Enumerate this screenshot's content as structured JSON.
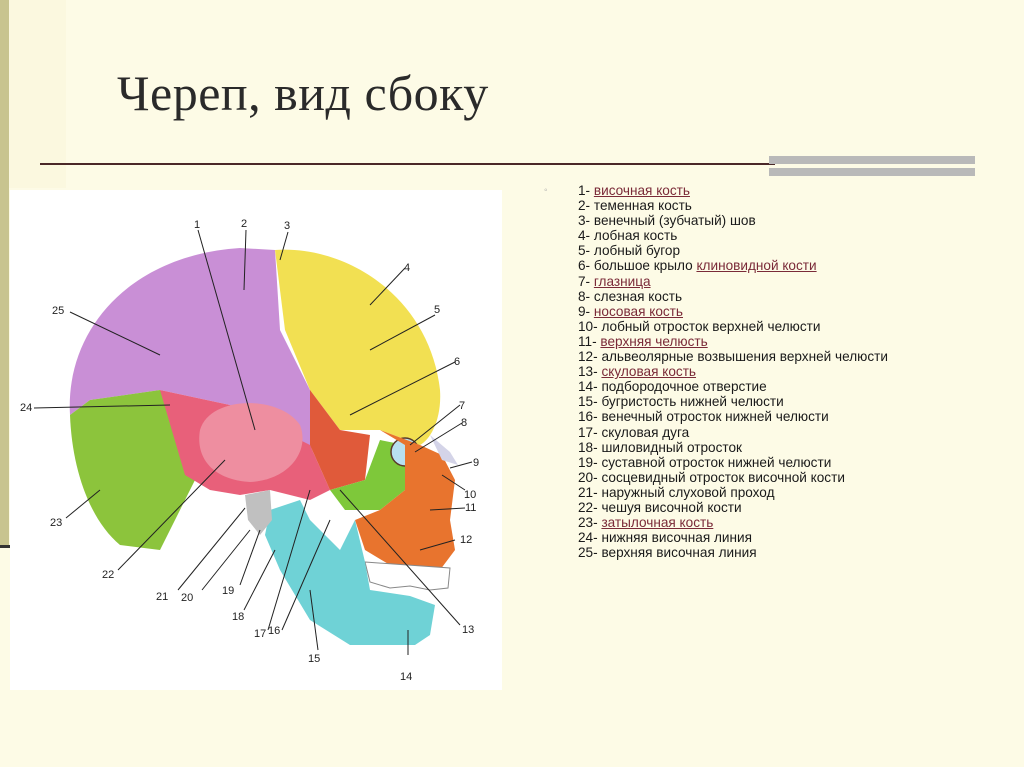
{
  "slide": {
    "title": "Череп, вид сбоку"
  },
  "figure": {
    "labels": [
      "1",
      "2",
      "3",
      "4",
      "5",
      "6",
      "7",
      "8",
      "9",
      "10",
      "11",
      "12",
      "13",
      "14",
      "15",
      "16",
      "17",
      "18",
      "19",
      "20",
      "21",
      "22",
      "23",
      "24",
      "25"
    ]
  },
  "legend": {
    "bullet": "◦",
    "items": [
      {
        "num": "1-",
        "text": "",
        "link": "височная кость",
        "after": ""
      },
      {
        "num": "2-",
        "text": "теменная кость",
        "link": "",
        "after": ""
      },
      {
        "num": "3-",
        "text": "венечный (зубчатый) шов",
        "link": "",
        "after": ""
      },
      {
        "num": "4-",
        "text": "лобная кость",
        "link": "",
        "after": ""
      },
      {
        "num": "5-",
        "text": "лобный бугор",
        "link": "",
        "after": ""
      },
      {
        "num": "6-",
        "text": "большое крыло",
        "link": "клиновидной кости",
        "after": ""
      },
      {
        "num": "7-",
        "text": "",
        "link": "глазница",
        "after": ""
      },
      {
        "num": "8-",
        "text": "слезная кость",
        "link": "",
        "after": ""
      },
      {
        "num": "9-",
        "text": "",
        "link": "носовая кость",
        "after": ""
      },
      {
        "num": "10-",
        "text": "лобный отросток верхней челюсти",
        "link": "",
        "after": ""
      },
      {
        "num": "11-",
        "text": "",
        "link": "верхняя челюсть",
        "after": ""
      },
      {
        "num": "12-",
        "text": "альвеолярные возвышения верхней челюсти",
        "link": "",
        "after": ""
      },
      {
        "num": "13-",
        "text": "",
        "link": "скуловая кость",
        "after": ""
      },
      {
        "num": "14-",
        "text": "подбородочное отверстие",
        "link": "",
        "after": ""
      },
      {
        "num": "15-",
        "text": "бугристость нижней челюсти",
        "link": "",
        "after": ""
      },
      {
        "num": "16-",
        "text": "венечный отросток нижней челюсти",
        "link": "",
        "after": ""
      },
      {
        "num": "17-",
        "text": "скуловая дуга",
        "link": "",
        "after": ""
      },
      {
        "num": "18-",
        "text": "шиловидный отросток",
        "link": "",
        "after": ""
      },
      {
        "num": "19-",
        "text": "суставной отросток нижней челюсти",
        "link": "",
        "after": ""
      },
      {
        "num": "20-",
        "text": "сосцевидный отросток височной кости",
        "link": "",
        "after": ""
      },
      {
        "num": "21-",
        "text": "наружный слуховой проход",
        "link": "",
        "after": ""
      },
      {
        "num": "22-",
        "text": "чешуя височной кости",
        "link": "",
        "after": ""
      },
      {
        "num": "23-",
        "text": "",
        "link": "затылочная кость",
        "after": ""
      },
      {
        "num": "24-",
        "text": "нижняя височная линия",
        "link": "",
        "after": ""
      },
      {
        "num": "25-",
        "text": "верхняя височная линия",
        "link": "",
        "after": ""
      }
    ]
  },
  "colors": {
    "background": "#fdfbe6",
    "link": "#7a2a38",
    "parietal": "#c98fd6",
    "frontal": "#f2e052",
    "temporal": "#e8607a",
    "occipital": "#8cc43c",
    "mandible": "#6fd2d6",
    "maxilla": "#e8742e"
  }
}
